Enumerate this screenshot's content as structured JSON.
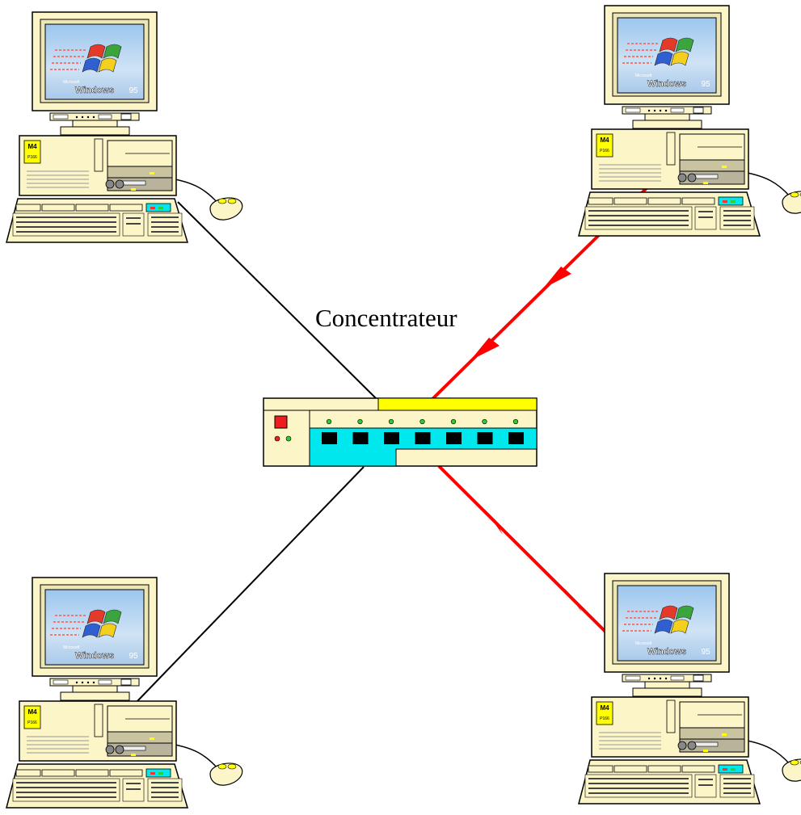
{
  "diagram": {
    "hub_label": "Concentrateur",
    "hub_ports": 7,
    "computers": [
      {
        "id": "top-left",
        "screen_brand": "Microsoft",
        "screen_text": "Windows",
        "screen_version": "95",
        "case_badge_text": "M4",
        "case_model_text": "P166",
        "link": "idle"
      },
      {
        "id": "top-right",
        "screen_brand": "Microsoft",
        "screen_text": "Windows",
        "screen_version": "95",
        "case_badge_text": "M4",
        "case_model_text": "P166",
        "link": "sending"
      },
      {
        "id": "bottom-left",
        "screen_brand": "Microsoft",
        "screen_text": "Windows",
        "screen_version": "95",
        "case_badge_text": "M4",
        "case_model_text": "P166",
        "link": "idle"
      },
      {
        "id": "bottom-right",
        "screen_brand": "Microsoft",
        "screen_text": "Windows",
        "screen_version": "95",
        "case_badge_text": "M4",
        "case_model_text": "P166",
        "link": "receiving"
      }
    ],
    "colors": {
      "beige": "#fbf5c8",
      "hub_stripe": "#ffff00",
      "hub_port_panel": "#00e8ee",
      "active_link": "#ff0000",
      "idle_link": "#000000",
      "badge": "#ffff00",
      "sky": "#86b7e6"
    }
  }
}
